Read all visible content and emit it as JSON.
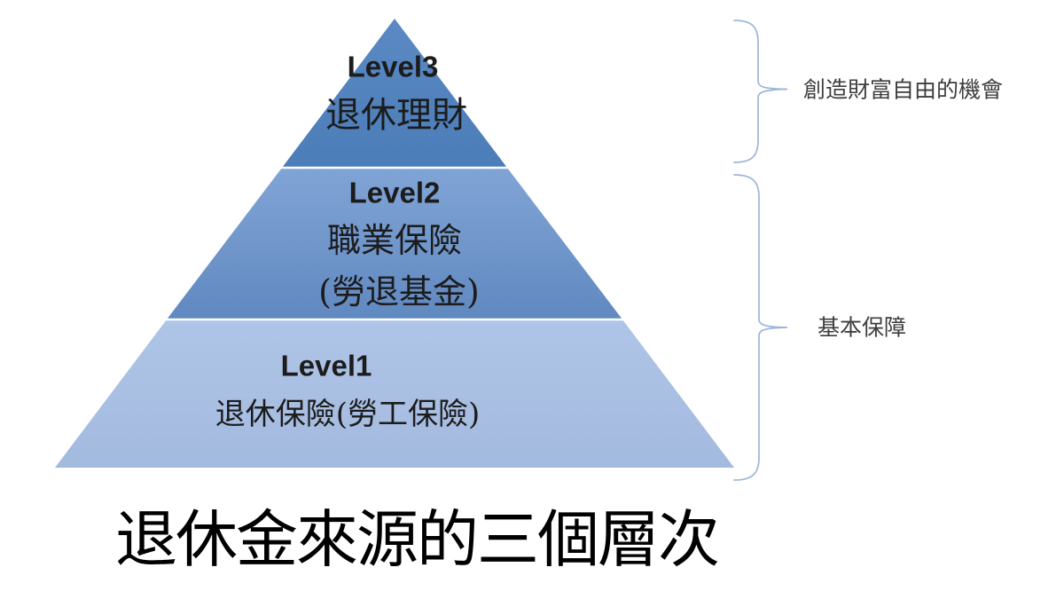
{
  "title": "退休金來源的三個層次",
  "pyramid": {
    "levels": [
      {
        "name": "Level3",
        "caption": "退休理財",
        "color_top": "#5b89c3",
        "color_bottom": "#4b7db8"
      },
      {
        "name": "Level2",
        "caption": "職業保險",
        "caption2": "(勞退基金)",
        "color_top": "#81a4d6",
        "color_bottom": "#6089c0"
      },
      {
        "name": "Level1",
        "caption": "退休保險(勞工保險)",
        "color_top": "#afc5e7",
        "color_bottom": "#a3badf"
      }
    ],
    "separator_color": "#ffffff",
    "text_color": "#1c1c1c"
  },
  "annotations": {
    "top_label": "創造財富自由的機會",
    "bottom_label": "基本保障",
    "text_color": "#3e3e3e",
    "bracket_color": "#9cb6d7"
  }
}
